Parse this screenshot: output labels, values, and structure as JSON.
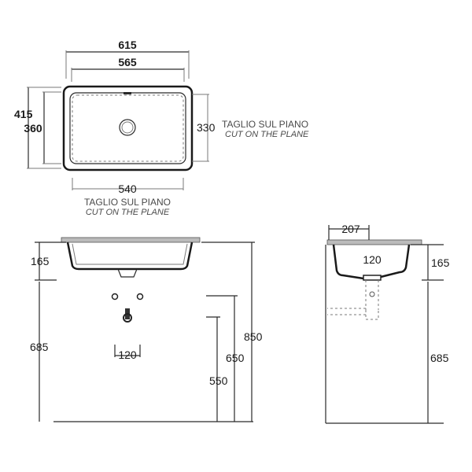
{
  "top_view": {
    "dim_overall_width": "615",
    "dim_inner_width": "565",
    "dim_overall_depth": "415",
    "dim_inner_depth": "360",
    "dim_cut_depth": "330",
    "dim_cut_width": "540",
    "cut_label_it": "TAGLIO SUL PIANO",
    "cut_label_en": "CUT ON THE PLANE"
  },
  "front_view": {
    "dim_bowl_height": "165",
    "dim_floor_to_base": "685",
    "dim_trap_spacing": "120",
    "dim_550": "550",
    "dim_650": "650",
    "dim_850": "850"
  },
  "side_view": {
    "dim_207": "207",
    "dim_120": "120",
    "dim_165": "165",
    "dim_685": "685"
  }
}
